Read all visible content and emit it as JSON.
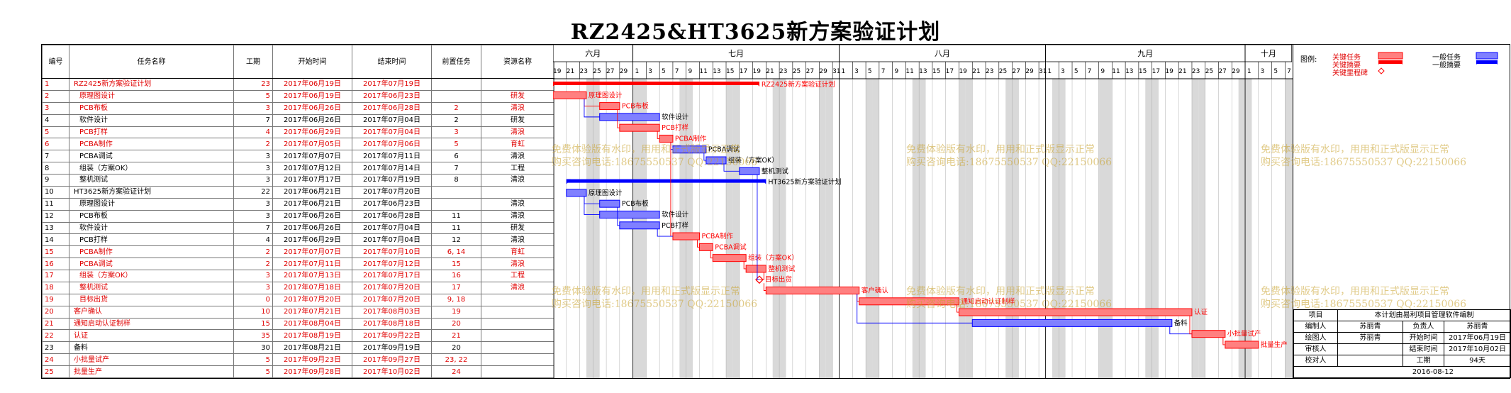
{
  "title": "RZ2425&HT3625新方案验证计划",
  "table": {
    "headers": [
      "编号",
      "任务名称",
      "工期",
      "开始时间",
      "结束时间",
      "前置任务",
      "资源名称"
    ],
    "rows": [
      {
        "id": "1",
        "name": "RZ2425新方案验证计划",
        "dur": "23",
        "start": "2017年06月19日",
        "end": "2017年07月19日",
        "pred": "",
        "res": "",
        "red": true,
        "indent": false
      },
      {
        "id": "2",
        "name": "原理图设计",
        "dur": "5",
        "start": "2017年06月19日",
        "end": "2017年06月23日",
        "pred": "",
        "res": "研发",
        "red": true,
        "indent": true
      },
      {
        "id": "3",
        "name": "PCB布板",
        "dur": "3",
        "start": "2017年06月26日",
        "end": "2017年06月28日",
        "pred": "2",
        "res": "清浪",
        "red": true,
        "indent": true
      },
      {
        "id": "4",
        "name": "软件设计",
        "dur": "7",
        "start": "2017年06月26日",
        "end": "2017年07月04日",
        "pred": "2",
        "res": "研发",
        "red": false,
        "indent": true
      },
      {
        "id": "5",
        "name": "PCB打样",
        "dur": "4",
        "start": "2017年06月29日",
        "end": "2017年07月04日",
        "pred": "3",
        "res": "清浪",
        "red": true,
        "indent": true
      },
      {
        "id": "6",
        "name": "PCBA制作",
        "dur": "2",
        "start": "2017年07月05日",
        "end": "2017年07月06日",
        "pred": "5",
        "res": "育虹",
        "red": true,
        "indent": true
      },
      {
        "id": "7",
        "name": "PCBA调试",
        "dur": "3",
        "start": "2017年07月07日",
        "end": "2017年07月11日",
        "pred": "6",
        "res": "清浪",
        "red": false,
        "indent": true
      },
      {
        "id": "8",
        "name": "组装（方案OK）",
        "dur": "3",
        "start": "2017年07月12日",
        "end": "2017年07月14日",
        "pred": "7",
        "res": "工程",
        "red": false,
        "indent": true
      },
      {
        "id": "9",
        "name": "整机测试",
        "dur": "3",
        "start": "2017年07月17日",
        "end": "2017年07月19日",
        "pred": "8",
        "res": "清浪",
        "red": false,
        "indent": true
      },
      {
        "id": "10",
        "name": "HT3625新方案验证计划",
        "dur": "22",
        "start": "2017年06月21日",
        "end": "2017年07月20日",
        "pred": "",
        "res": "",
        "red": false,
        "indent": false
      },
      {
        "id": "11",
        "name": "原理图设计",
        "dur": "3",
        "start": "2017年06月21日",
        "end": "2017年06月23日",
        "pred": "",
        "res": "清浪",
        "red": false,
        "indent": true
      },
      {
        "id": "12",
        "name": "PCB布板",
        "dur": "3",
        "start": "2017年06月26日",
        "end": "2017年06月28日",
        "pred": "11",
        "res": "清浪",
        "red": false,
        "indent": true
      },
      {
        "id": "13",
        "name": "软件设计",
        "dur": "7",
        "start": "2017年06月26日",
        "end": "2017年07月04日",
        "pred": "11",
        "res": "研发",
        "red": false,
        "indent": true
      },
      {
        "id": "14",
        "name": "PCB打样",
        "dur": "4",
        "start": "2017年06月29日",
        "end": "2017年07月04日",
        "pred": "12",
        "res": "清浪",
        "red": false,
        "indent": true
      },
      {
        "id": "15",
        "name": "PCBA制作",
        "dur": "2",
        "start": "2017年07月07日",
        "end": "2017年07月10日",
        "pred": "6, 14",
        "res": "育虹",
        "red": true,
        "indent": true
      },
      {
        "id": "16",
        "name": "PCBA调试",
        "dur": "2",
        "start": "2017年07月11日",
        "end": "2017年07月12日",
        "pred": "15",
        "res": "清浪",
        "red": true,
        "indent": true
      },
      {
        "id": "17",
        "name": "组装（方案OK）",
        "dur": "3",
        "start": "2017年07月13日",
        "end": "2017年07月17日",
        "pred": "16",
        "res": "工程",
        "red": true,
        "indent": true
      },
      {
        "id": "18",
        "name": "整机测试",
        "dur": "3",
        "start": "2017年07月18日",
        "end": "2017年07月20日",
        "pred": "17",
        "res": "清浪",
        "red": true,
        "indent": true
      },
      {
        "id": "19",
        "name": "目标出货",
        "dur": "0",
        "start": "2017年07月20日",
        "end": "2017年07月20日",
        "pred": "9, 18",
        "res": "",
        "red": true,
        "indent": true
      },
      {
        "id": "20",
        "name": "客户确认",
        "dur": "10",
        "start": "2017年07月21日",
        "end": "2017年08月03日",
        "pred": "19",
        "res": "",
        "red": true,
        "indent": false
      },
      {
        "id": "21",
        "name": "通知启动认证制样",
        "dur": "15",
        "start": "2017年08月04日",
        "end": "2017年08月18日",
        "pred": "20",
        "res": "",
        "red": true,
        "indent": false
      },
      {
        "id": "22",
        "name": "认证",
        "dur": "35",
        "start": "2017年08月19日",
        "end": "2017年09月22日",
        "pred": "21",
        "res": "",
        "red": true,
        "indent": false
      },
      {
        "id": "23",
        "name": "备料",
        "dur": "30",
        "start": "2017年08月21日",
        "end": "2017年09月19日",
        "pred": "20",
        "res": "",
        "red": false,
        "indent": false
      },
      {
        "id": "24",
        "name": "小批量试产",
        "dur": "5",
        "start": "2017年09月23日",
        "end": "2017年09月27日",
        "pred": "23, 22",
        "res": "",
        "red": true,
        "indent": false
      },
      {
        "id": "25",
        "name": "批量生产",
        "dur": "5",
        "start": "2017年09月28日",
        "end": "2017年10月02日",
        "pred": "24",
        "res": "",
        "red": true,
        "indent": false
      }
    ]
  },
  "gantt": {
    "months": [
      {
        "label": "六月",
        "first_day": 19,
        "last_day": 30
      },
      {
        "label": "七月",
        "first_day": 1,
        "last_day": 31
      },
      {
        "label": "八月",
        "first_day": 1,
        "last_day": 31
      },
      {
        "label": "九月",
        "first_day": 1,
        "last_day": 30
      },
      {
        "label": "十月",
        "first_day": 1,
        "last_day": 7
      }
    ],
    "day_step": 2,
    "bars": [
      {
        "row": 1,
        "start": "2017-06-19",
        "end": "2017-07-19",
        "kind": "summary",
        "color": "red",
        "label": "RZ2425新方案验证计划"
      },
      {
        "row": 2,
        "start": "2017-06-19",
        "end": "2017-06-23",
        "kind": "task",
        "color": "red",
        "label": "原理图设计"
      },
      {
        "row": 3,
        "start": "2017-06-26",
        "end": "2017-06-28",
        "kind": "task",
        "color": "red",
        "label": "PCB布板"
      },
      {
        "row": 4,
        "start": "2017-06-26",
        "end": "2017-07-04",
        "kind": "task",
        "color": "blue",
        "label": "软件设计"
      },
      {
        "row": 5,
        "start": "2017-06-29",
        "end": "2017-07-04",
        "kind": "task",
        "color": "red",
        "label": "PCB打样"
      },
      {
        "row": 6,
        "start": "2017-07-05",
        "end": "2017-07-06",
        "kind": "task",
        "color": "red",
        "label": "PCBA制作"
      },
      {
        "row": 7,
        "start": "2017-07-07",
        "end": "2017-07-11",
        "kind": "task",
        "color": "blue",
        "label": "PCBA调试"
      },
      {
        "row": 8,
        "start": "2017-07-12",
        "end": "2017-07-14",
        "kind": "task",
        "color": "blue",
        "label": "组装（方案OK）"
      },
      {
        "row": 9,
        "start": "2017-07-17",
        "end": "2017-07-19",
        "kind": "task",
        "color": "blue",
        "label": "整机测试"
      },
      {
        "row": 10,
        "start": "2017-06-21",
        "end": "2017-07-20",
        "kind": "summary",
        "color": "blue",
        "label": "HT3625新方案验证计划"
      },
      {
        "row": 11,
        "start": "2017-06-21",
        "end": "2017-06-23",
        "kind": "task",
        "color": "blue",
        "label": "原理图设计"
      },
      {
        "row": 12,
        "start": "2017-06-26",
        "end": "2017-06-28",
        "kind": "task",
        "color": "blue",
        "label": "PCB布板"
      },
      {
        "row": 13,
        "start": "2017-06-26",
        "end": "2017-07-04",
        "kind": "task",
        "color": "blue",
        "label": "软件设计"
      },
      {
        "row": 14,
        "start": "2017-06-29",
        "end": "2017-07-04",
        "kind": "task",
        "color": "blue",
        "label": "PCB打样"
      },
      {
        "row": 15,
        "start": "2017-07-07",
        "end": "2017-07-10",
        "kind": "task",
        "color": "red",
        "label": "PCBA制作"
      },
      {
        "row": 16,
        "start": "2017-07-11",
        "end": "2017-07-12",
        "kind": "task",
        "color": "red",
        "label": "PCBA调试"
      },
      {
        "row": 17,
        "start": "2017-07-13",
        "end": "2017-07-17",
        "kind": "task",
        "color": "red",
        "label": "组装（方案OK）"
      },
      {
        "row": 18,
        "start": "2017-07-18",
        "end": "2017-07-20",
        "kind": "task",
        "color": "red",
        "label": "整机测试"
      },
      {
        "row": 19,
        "start": "2017-07-20",
        "end": "2017-07-20",
        "kind": "milestone",
        "color": "red",
        "label": "目标出货"
      },
      {
        "row": 20,
        "start": "2017-07-21",
        "end": "2017-08-03",
        "kind": "task",
        "color": "red",
        "label": "客户确认"
      },
      {
        "row": 21,
        "start": "2017-08-04",
        "end": "2017-08-18",
        "kind": "task",
        "color": "red",
        "label": "通知启动认证制样"
      },
      {
        "row": 22,
        "start": "2017-08-19",
        "end": "2017-09-22",
        "kind": "task",
        "color": "red",
        "label": "认证"
      },
      {
        "row": 23,
        "start": "2017-08-21",
        "end": "2017-09-19",
        "kind": "task",
        "color": "blue",
        "label": "备料"
      },
      {
        "row": 24,
        "start": "2017-09-23",
        "end": "2017-09-27",
        "kind": "task",
        "color": "red",
        "label": "小批量试产"
      },
      {
        "row": 25,
        "start": "2017-09-28",
        "end": "2017-10-02",
        "kind": "task",
        "color": "red",
        "label": "批量生产"
      }
    ],
    "colors": {
      "critical": "#ff0000",
      "critical_fill": "#ff8080",
      "normal": "#0000ff",
      "normal_fill": "#8080ff",
      "grid": "#9a9a9a",
      "weekend": "#d9d9d9"
    }
  },
  "legend": {
    "title": "图例:",
    "critical_task": "关键任务",
    "critical_summary": "关键摘要",
    "critical_milestone": "关键里程碑",
    "normal_task": "一般任务",
    "normal_summary": "一般摘要"
  },
  "watermark": {
    "line1": "免费体验版有水印，用用和正式版显示正常",
    "line2": "购买咨询电话:18675550537 QQ:22150066"
  },
  "info": {
    "project": "项目",
    "project_name": "本计划由易利项目管理软件编制",
    "rows": [
      {
        "k1": "编制人",
        "v1": "苏丽青",
        "k2": "负责人",
        "v2": "苏丽青"
      },
      {
        "k1": "绘图人",
        "v1": "苏丽青",
        "k2": "开始时间",
        "v2": "2017年06月19日"
      },
      {
        "k1": "审核人",
        "v1": "",
        "k2": "结束时间",
        "v2": "2017年10月02日"
      },
      {
        "k1": "校对人",
        "v1": "",
        "k2": "工期",
        "v2": "94天"
      }
    ],
    "date": "2016-08-12"
  }
}
